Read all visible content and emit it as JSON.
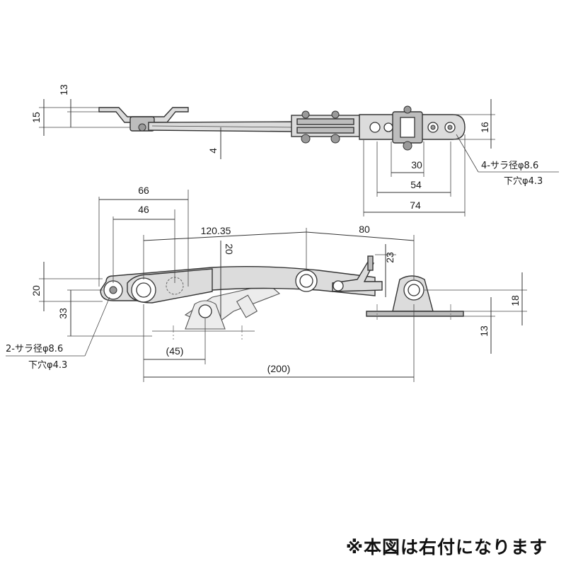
{
  "top_view": {
    "dims": {
      "d13": "13",
      "d15": "15",
      "d4": "4",
      "d16": "16",
      "d30": "30",
      "d54": "54",
      "d74": "74"
    },
    "hole_note_line1": "4-サラ径φ8.6",
    "hole_note_line2": "下穴φ4.3"
  },
  "side_view": {
    "dims": {
      "d66": "66",
      "d46": "46",
      "d120": "120.35",
      "d20v": "20",
      "d80": "80",
      "d23": "23",
      "d20": "20",
      "d33": "33",
      "d18": "18",
      "d13": "13",
      "d45": "(45)",
      "d200": "(200)"
    },
    "hole_note_line1": "2-サラ径φ8.6",
    "hole_note_line2": "下穴φ4.3"
  },
  "footer_note": "※本図は右付になります"
}
